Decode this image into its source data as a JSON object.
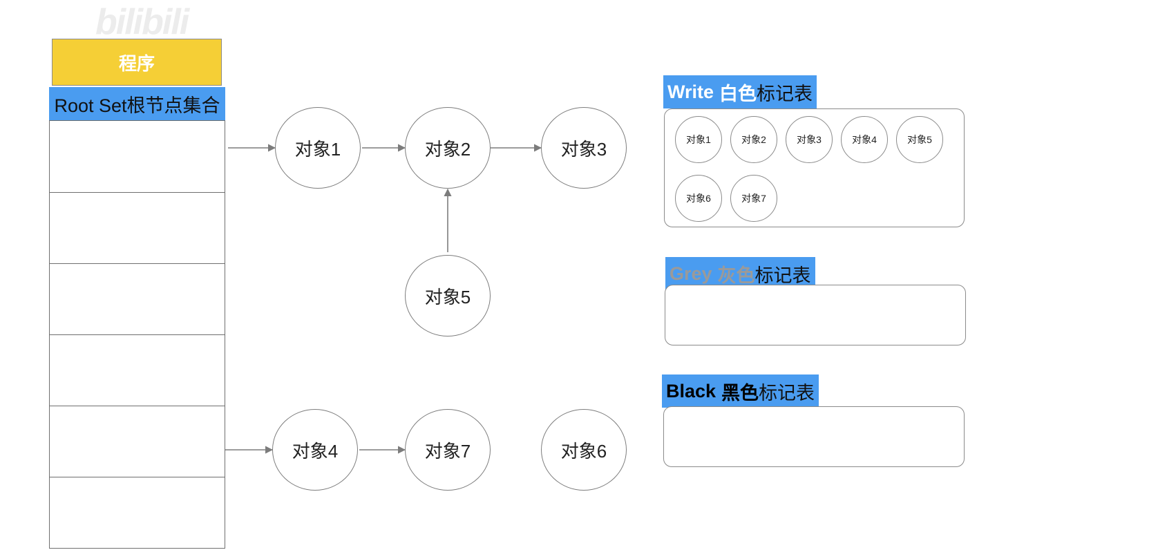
{
  "watermark": "bilibili",
  "program_label": "程序",
  "root_set_label": "Root Set根节点集合",
  "root_set_rows": 6,
  "nodes": {
    "obj1": "对象1",
    "obj2": "对象2",
    "obj3": "对象3",
    "obj4": "对象4",
    "obj5": "对象5",
    "obj6": "对象6",
    "obj7": "对象7"
  },
  "tables": {
    "white": {
      "en": "Write",
      "color": "白色",
      "suffix": "标记表",
      "en_color": "#ffffff",
      "items": [
        "对象1",
        "对象2",
        "对象3",
        "对象4",
        "对象5",
        "对象6",
        "对象7"
      ]
    },
    "grey": {
      "en": "Grey",
      "color": "灰色",
      "suffix": "标记表",
      "en_color": "#9a9a9a",
      "items": []
    },
    "black": {
      "en": "Black",
      "color": "黑色",
      "suffix": "标记表",
      "en_color": "#000000",
      "items": []
    }
  },
  "colors": {
    "program_fill": "#f5cf36",
    "header_blue": "#4a9cf0",
    "stroke": "#7c7c7c"
  }
}
